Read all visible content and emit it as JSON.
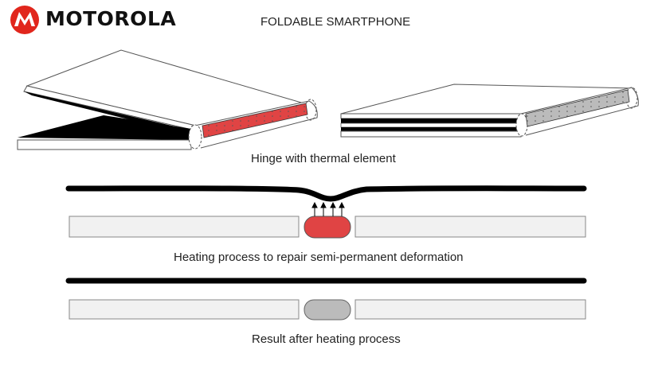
{
  "brand": {
    "wordmark": "MOTOROLA",
    "logo_color": "#E1261C"
  },
  "title": "FOLDABLE SMARTPHONE",
  "captions": {
    "hinge": "Hinge with thermal element",
    "heating": "Heating process to repair semi-permanent deformation",
    "result": "Result after heating process"
  },
  "colors": {
    "heated_element": "#E04444",
    "cooled_element": "#BBBBBB",
    "panel_fill": "#F1F1F1",
    "outline": "#888888",
    "display_line": "#000000"
  }
}
